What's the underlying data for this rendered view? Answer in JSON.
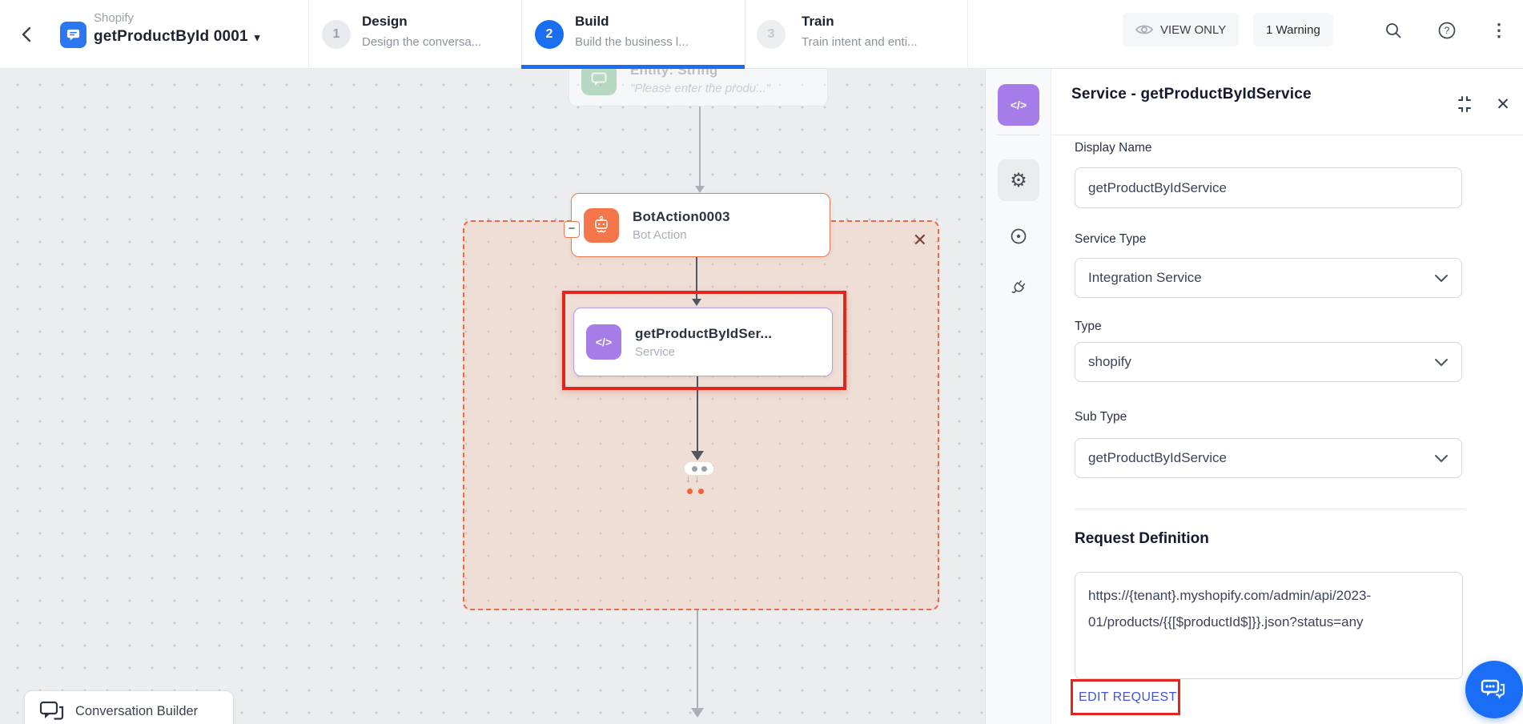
{
  "app": {
    "brand": "Shopify",
    "bot_name": "getProductById 0001",
    "caret": "▾",
    "back": "‹"
  },
  "tabs": [
    {
      "num": "1",
      "label": "Design",
      "desc": "Design the conversa..."
    },
    {
      "num": "2",
      "label": "Build",
      "desc": "Build the business l..."
    },
    {
      "num": "3",
      "label": "Train",
      "desc": "Train intent and enti..."
    }
  ],
  "toolbar": {
    "view_only": "VIEW ONLY",
    "warning": "1 Warning"
  },
  "canvas": {
    "ghost_node": {
      "title": "Entity: String",
      "subtitle": "\"Please enter the produ...\""
    },
    "bot_action_node": {
      "title": "BotAction0003",
      "subtitle": "Bot Action",
      "collapse_glyph": "−"
    },
    "service_node": {
      "title": "getProductByIdSer...",
      "subtitle": "Service",
      "icon_glyph": "</>"
    },
    "container_close_glyph": "✕",
    "builder_badge": "Conversation Builder"
  },
  "panel": {
    "title": "Service - getProductByIdService",
    "close_glyph": "✕",
    "code_icon_glyph": "</>",
    "gear_icon_glyph": "⚙",
    "fields": [
      {
        "label": "Display Name",
        "value": "getProductByIdService"
      },
      {
        "label": "Service Type",
        "value": "Integration Service"
      },
      {
        "label": "Type",
        "value": "shopify"
      },
      {
        "label": "Sub Type",
        "value": "getProductByIdService"
      }
    ],
    "request_definition": {
      "heading": "Request Definition",
      "url_line1": "https://{tenant}.myshopify.com/admin/api/2023-",
      "url_line2": "01/products/{{[$productId$]}}.json?status=any",
      "edit_link": "EDIT REQUEST"
    }
  },
  "icons_misc": {
    "kebab": "⋮",
    "mini_arrows": "↓↓"
  },
  "colors": {
    "accent_blue": "#1a6ef2",
    "orange": "#f4764a",
    "purple": "#a57ce8",
    "green": "#84c79b",
    "highlight_red": "#e3261d",
    "dashed_container": "#ec6a45",
    "link_blue": "#4353e0"
  }
}
